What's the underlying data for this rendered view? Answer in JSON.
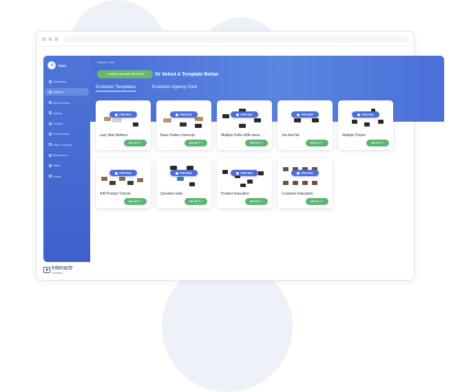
{
  "sidebar": {
    "user_name": "Ryan",
    "items": [
      {
        "label": "Dashboard",
        "icon": "home-icon",
        "active": false
      },
      {
        "label": "Projects",
        "icon": "filter-icon",
        "active": true
      },
      {
        "label": "Media Library",
        "icon": "media-icon",
        "active": false
      },
      {
        "label": "Agency",
        "icon": "agency-icon",
        "active": false
      },
      {
        "label": "Surveys",
        "icon": "survey-icon",
        "active": false
      },
      {
        "label": "Custom Lists",
        "icon": "list-icon",
        "active": false
      },
      {
        "label": "Help & Training",
        "icon": "help-icon",
        "active": false
      },
      {
        "label": "My Account",
        "icon": "user-icon",
        "active": false
      },
      {
        "label": "Admin",
        "icon": "admin-icon",
        "active": false
      },
      {
        "label": "Logout",
        "icon": "logout-icon",
        "active": false
      }
    ]
  },
  "logo": {
    "main": "interactr",
    "sub": "evolution"
  },
  "header": {
    "breadcrumb": "Projects  >  Add",
    "create_button": "+ CREATE BLANK PROJECT",
    "or_text": "Or Select A Template Below",
    "tabs": [
      {
        "label": "Evolution Templates",
        "active": true
      },
      {
        "label": "Evolution Agency Club",
        "active": false
      }
    ]
  },
  "card_buttons": {
    "preview": "PREVIEW",
    "select": "SELECT  +"
  },
  "templates": [
    {
      "title": "Lazy Man Method"
    },
    {
      "title": "Basic Pattern Interrupt"
    },
    {
      "title": "Multiple Paths With menu"
    },
    {
      "title": "Yes And No"
    },
    {
      "title": "Multiple Choice"
    },
    {
      "title": "A/B Product Tutorial"
    },
    {
      "title": "Question Gate"
    },
    {
      "title": "Product Education"
    },
    {
      "title": "Customer Education"
    }
  ],
  "colors": {
    "accent": "#4a6fd8",
    "success": "#5bb472",
    "sidebar": "#4467d2"
  }
}
